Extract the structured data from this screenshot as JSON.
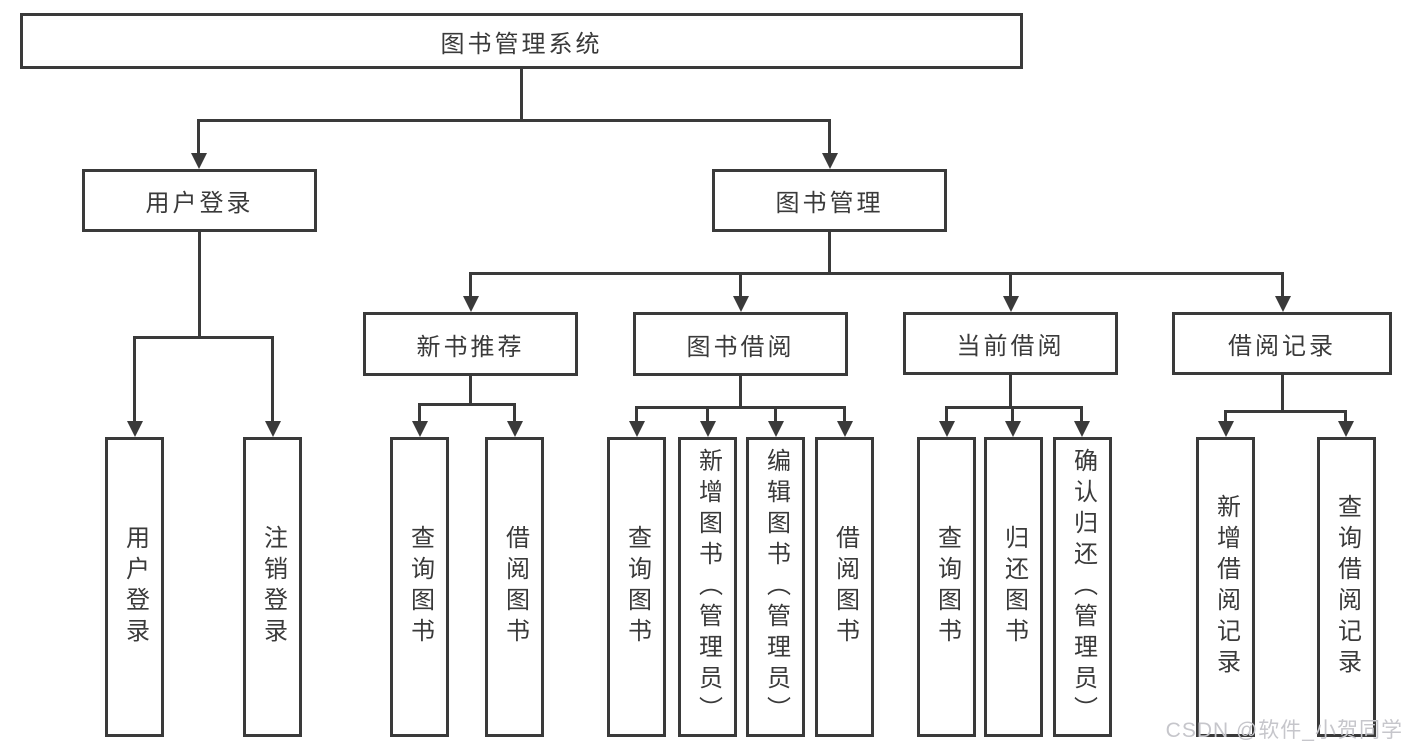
{
  "colors": {
    "line": "#3a3a3a",
    "text": "#3a3a3a",
    "background": "#ffffff",
    "watermark_text_color": "#c6c6cb"
  },
  "watermark": {
    "text": "CSDN @软件_小贺同学"
  },
  "tree": {
    "root": "图书管理系统",
    "branches": [
      {
        "label": "用户登录",
        "children": [
          "用户登录",
          "注销登录"
        ]
      },
      {
        "label": "图书管理"
      }
    ],
    "groups": [
      {
        "label": "新书推荐",
        "children": [
          "查询图书",
          "借阅图书"
        ]
      },
      {
        "label": "图书借阅",
        "children": [
          "查询图书",
          "新增图书（管理员）",
          "编辑图书（管理员）",
          "借阅图书"
        ]
      },
      {
        "label": "当前借阅",
        "children": [
          "查询图书",
          "归还图书",
          "确认归还（管理员）"
        ]
      },
      {
        "label": "借阅记录",
        "children": [
          "新增借阅记录",
          "查询借阅记录"
        ]
      }
    ]
  }
}
